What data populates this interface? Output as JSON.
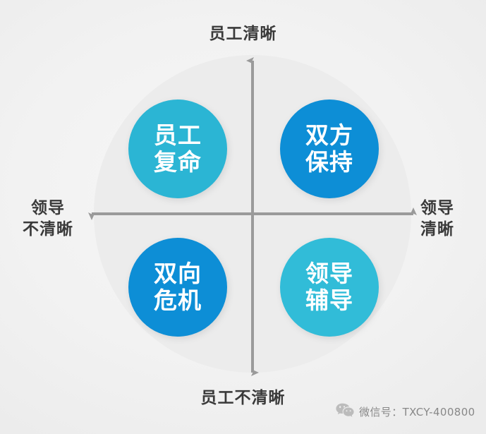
{
  "diagram": {
    "title_present": false,
    "background_color": "#f2f2f2",
    "disc_color": "#ebebeb",
    "axis_color": "#9a9a9a",
    "quadrants": [
      {
        "id": "top-left",
        "line1": "员工",
        "line2": "复命",
        "color": "#2bb5d4",
        "meaning": "leader-unclear-employee-clear"
      },
      {
        "id": "top-right",
        "line1": "双方",
        "line2": "保持",
        "color": "#0d8ed6",
        "meaning": "leader-clear-employee-clear"
      },
      {
        "id": "bottom-left",
        "line1": "双向",
        "line2": "危机",
        "color": "#0d8ed6",
        "meaning": "leader-unclear-employee-unclear"
      },
      {
        "id": "bottom-right",
        "line1": "领导",
        "line2": "辅导",
        "color": "#31bcd8",
        "meaning": "leader-clear-employee-unclear"
      }
    ],
    "axes": {
      "top_label": "员工清晰",
      "bottom_label": "员工不清晰",
      "left_label_line1": "领导",
      "left_label_line2": "不清晰",
      "right_label_line1": "领导",
      "right_label_line2": "清晰"
    }
  },
  "watermark": {
    "icon": "wechat-icon",
    "text": "微信号：TXCY-400800"
  }
}
